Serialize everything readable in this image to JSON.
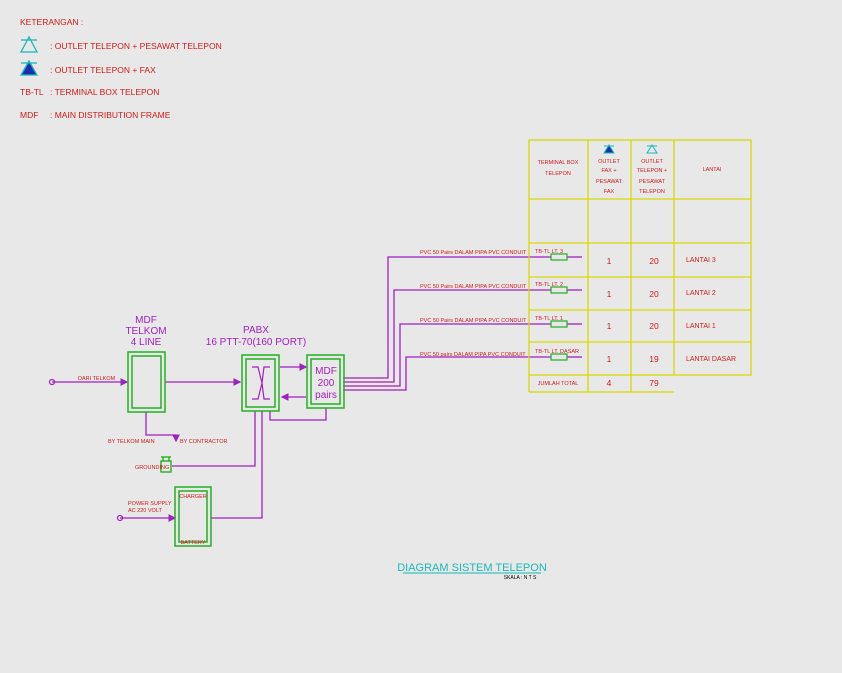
{
  "legend": {
    "heading": "KETERANGAN :",
    "items": [
      {
        "icon": "outline-triangle-icon",
        "text": ": OUTLET TELEPON + PESAWAT TELEPON"
      },
      {
        "icon": "filled-triangle-icon",
        "text": ": OUTLET TELEPON + FAX"
      },
      {
        "abbr": "TB-TL",
        "text": ": TERMINAL BOX TELEPON"
      },
      {
        "abbr": "MDF",
        "text": ": MAIN DISTRIBUTION FRAME"
      }
    ]
  },
  "blocks": {
    "mdf_telkom": [
      "MDF",
      "TELKOM",
      "4 LINE"
    ],
    "pabx": [
      "PABX",
      "16 PTT-70(160 PORT)"
    ],
    "mdf_pairs": [
      "MDF",
      "200",
      "pairs"
    ],
    "charger": "CHARGER",
    "battery": "BATTERY"
  },
  "labels": {
    "incoming": "DARI TELKOM",
    "telkom_note": "BY TELKOM MAIN",
    "contractor_note": "BY CONTRACTOR",
    "grounding": "GROUNDING",
    "power_supply": [
      "POWER SUPPLY",
      "AC 220 VOLT"
    ]
  },
  "cables": [
    {
      "text": "PVC 50 Pairs DALAM PIPA PVC CONDUIT",
      "tb": "TB-TL LT. 3"
    },
    {
      "text": "PVC 50 Pairs DALAM PIPA PVC CONDUIT",
      "tb": "TB-TL LT. 2"
    },
    {
      "text": "PVC 50 Pairs DALAM PIPA PVC CONDUIT",
      "tb": "TB-TL LT. 1"
    },
    {
      "text": "PVC 50 pairs DALAM PIPA PVC CONDUIT",
      "tb": "TB-TL LT. DASAR"
    }
  ],
  "table": {
    "headers": {
      "col1": [
        "TERMINAL BOX",
        "TELEPON"
      ],
      "col2": [
        "OUTLET",
        "FAX +",
        "PESAWAT",
        "FAX"
      ],
      "col3": [
        "OUTLET",
        "TELEPON +",
        "PESAWAT",
        "TELEPON"
      ],
      "col4": "LANTAI"
    },
    "rows": [
      {
        "fax": "1",
        "telepon": "20",
        "lantai": "LANTAI 3"
      },
      {
        "fax": "1",
        "telepon": "20",
        "lantai": "LANTAI 2"
      },
      {
        "fax": "1",
        "telepon": "20",
        "lantai": "LANTAI 1"
      },
      {
        "fax": "1",
        "telepon": "19",
        "lantai": "LANTAI DASAR"
      }
    ],
    "total": {
      "label": "JUMLAH TOTAL",
      "fax": "4",
      "telepon": "79"
    }
  },
  "title": "DIAGRAM SISTEM TELEPON",
  "scale": "SKALA : N T S",
  "colors": {
    "background": "#e8e8e8",
    "green": "#22b022",
    "red": "#d11a1a",
    "magenta": "#a020c0",
    "yellow": "#d8d800",
    "cyan": "#1ab8b8",
    "blue": "#1a2fb0"
  }
}
